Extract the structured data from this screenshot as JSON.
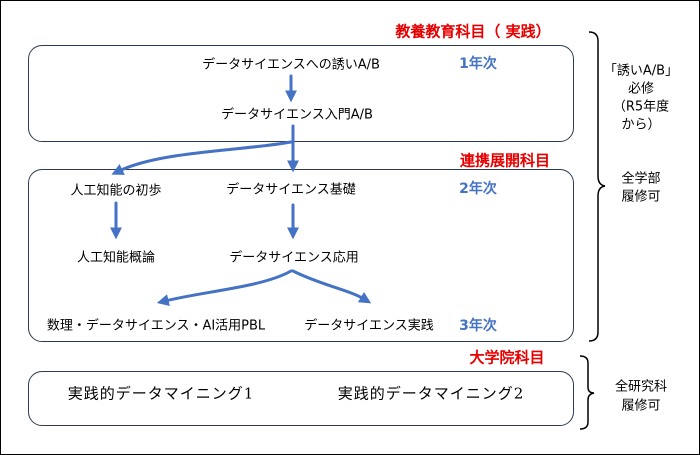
{
  "liberal_arts": {
    "heading": "教養教育科目（ 実践）",
    "year_label": "1年次",
    "course_intro": "データサイエンスへの誘いA/B",
    "course_entry": "データサイエンス入門A/B"
  },
  "collaborative": {
    "heading": "連携展開科目",
    "year2_label": "2年次",
    "year3_label": "3年次",
    "ai_basics": "人工知能の初歩",
    "ds_foundation": "データサイエンス基礎",
    "ai_overview": "人工知能概論",
    "ds_applied": "データサイエンス応用",
    "pbl": "数理・データサイエンス・AI活用PBL",
    "ds_practice": "データサイエンス実践"
  },
  "graduate": {
    "heading": "大学院科目",
    "mining1": "実践的データマイニング1",
    "mining2": "実践的データマイニング2"
  },
  "notes": {
    "undergrad": [
      "「誘いA/B」",
      "必修",
      "（R5年度",
      "から）",
      "全学部",
      "履修可"
    ],
    "graduate": [
      "全研究科",
      "履修可"
    ]
  },
  "colors": {
    "heading": "#e60000",
    "year": "#4472c4",
    "arrow": "#4472c4",
    "box_border": "#2e3b55"
  }
}
